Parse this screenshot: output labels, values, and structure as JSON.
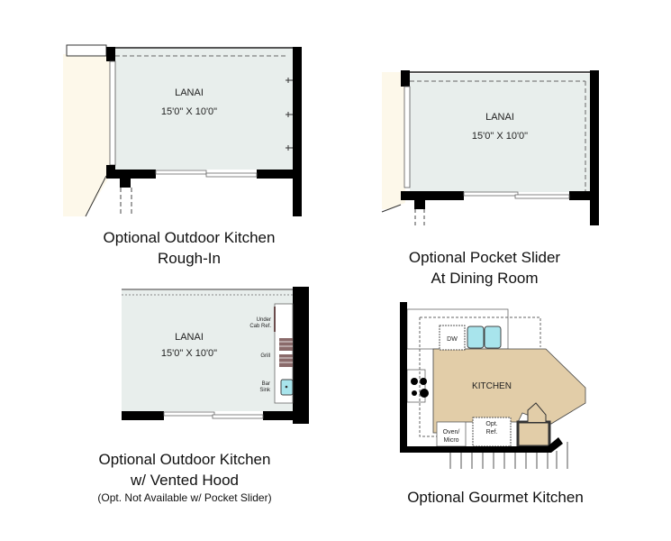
{
  "plans": [
    {
      "room": "LANAI",
      "size": "15'0\" X 10'0\"",
      "caption": [
        "Optional Outdoor Kitchen",
        "Rough-In"
      ]
    },
    {
      "room": "LANAI",
      "size": "15'0\" X 10'0\"",
      "caption": [
        "Optional Pocket Slider",
        "At Dining Room"
      ]
    },
    {
      "room": "LANAI",
      "size": "15'0\" X 10'0\"",
      "caption": [
        "Optional Outdoor Kitchen",
        "w/ Vented Hood"
      ],
      "note": "(Opt. Not Available w/ Pocket Slider)",
      "labels": {
        "ref": [
          "Under",
          "Cab Ref."
        ],
        "grill": "Grill",
        "sink": [
          "Bar",
          "Sink"
        ]
      }
    },
    {
      "room": "KITCHEN",
      "caption": [
        "Optional Gourmet Kitchen"
      ],
      "labels": {
        "dw": "DW",
        "oven": [
          "Oven/",
          "Micro"
        ],
        "ref": [
          "Opt.",
          "Ref."
        ]
      }
    }
  ],
  "colors": {
    "lanai": "#e8eeec",
    "kitchen": "#e2cda8",
    "wall": "#000000",
    "cream": "#fdf8ea",
    "sink": "#a8e4ec"
  }
}
